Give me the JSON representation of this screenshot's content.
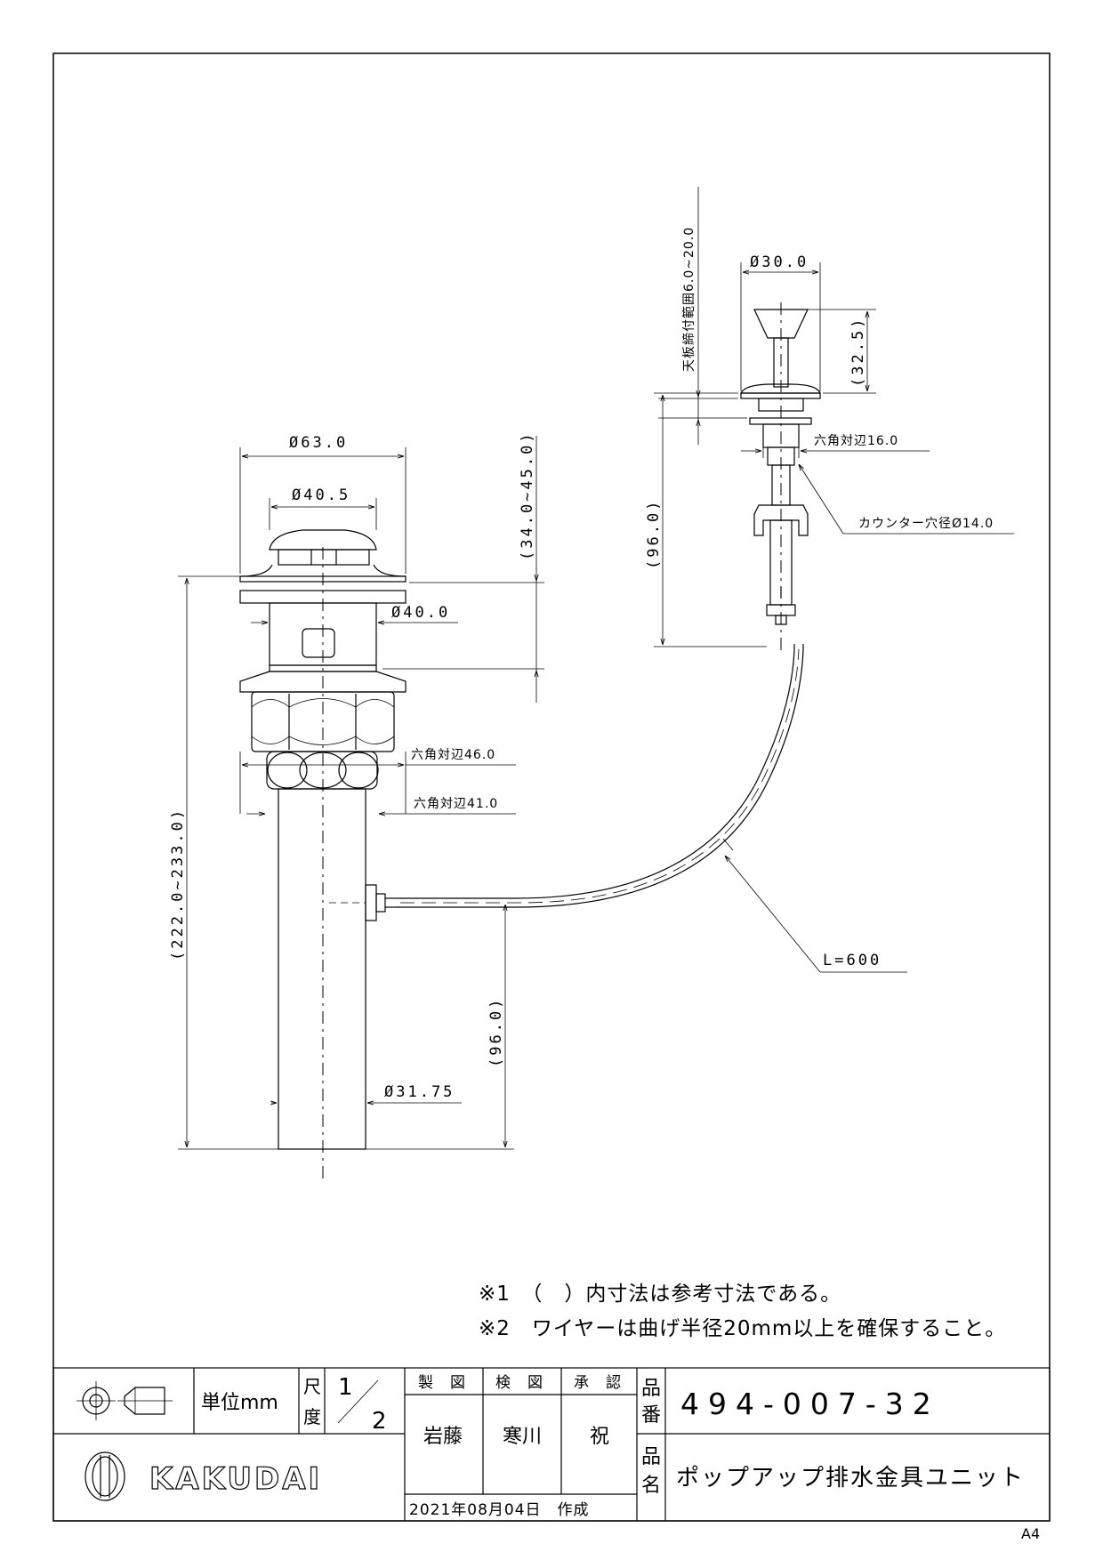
{
  "drawing": {
    "dimensions": {
      "d63": "Ø63.0",
      "d40_5": "Ø40.5",
      "d40": "Ø40.0",
      "h34_45": "(34.0~45.0)",
      "hex46": "六角対辺46.0",
      "hex41": "六角対辺41.0",
      "h222_233": "(222.0~233.0)",
      "h96_left": "(96.0)",
      "d31_75": "Ø31.75",
      "d30": "Ø30.0",
      "h32_5": "(32.5)",
      "top_range": "天板締付範囲6.0~20.0",
      "hex16": "六角対辺16.0",
      "counter_hole": "カウンター穴径Ø14.0",
      "h96_right": "(96.0)",
      "wire_length": "L=600"
    }
  },
  "notes": {
    "note1": "※1　（　）内寸法は参考寸法である。",
    "note2": "※2　ワイヤーは曲げ半径20mm以上を確保すること。"
  },
  "title_block": {
    "unit": "単位mm",
    "scale_label_1": "尺",
    "scale_label_2": "度",
    "scale_num": "1",
    "scale_den": "2",
    "drawn_label": "製　図",
    "checked_label": "検　図",
    "approved_label": "承　認",
    "drawn_by": "岩藤",
    "checked_by": "寒川",
    "approved_by": "祝",
    "date": "2021年08月04日　作成",
    "part_no_label_1": "品",
    "part_no_label_2": "番",
    "part_no": "494-007-32",
    "part_name_label_1": "品",
    "part_name_label_2": "名",
    "part_name": "ポップアップ排水金具ユニット",
    "brand": "KAKUDAI"
  },
  "sheet_size": "A4"
}
